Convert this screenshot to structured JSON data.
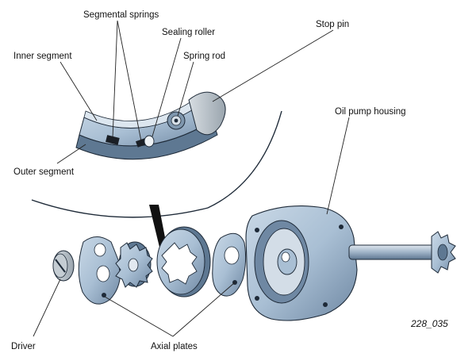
{
  "labels": {
    "segmental_springs": "Segmental springs",
    "sealing_roller": "Sealing roller",
    "stop_pin": "Stop pin",
    "inner_segment": "Inner segment",
    "spring_rod": "Spring rod",
    "outer_segment": "Outer segment",
    "oil_pump_housing": "Oil pump housing",
    "driver": "Driver",
    "axial_plates": "Axial plates"
  },
  "figure_id": "228_035",
  "colors": {
    "part_blue": "#a9bfd4",
    "part_dark": "#4f6a86",
    "outline": "#1e2a38",
    "leader": "#222222",
    "pin_gray": "#b9c2c9"
  }
}
